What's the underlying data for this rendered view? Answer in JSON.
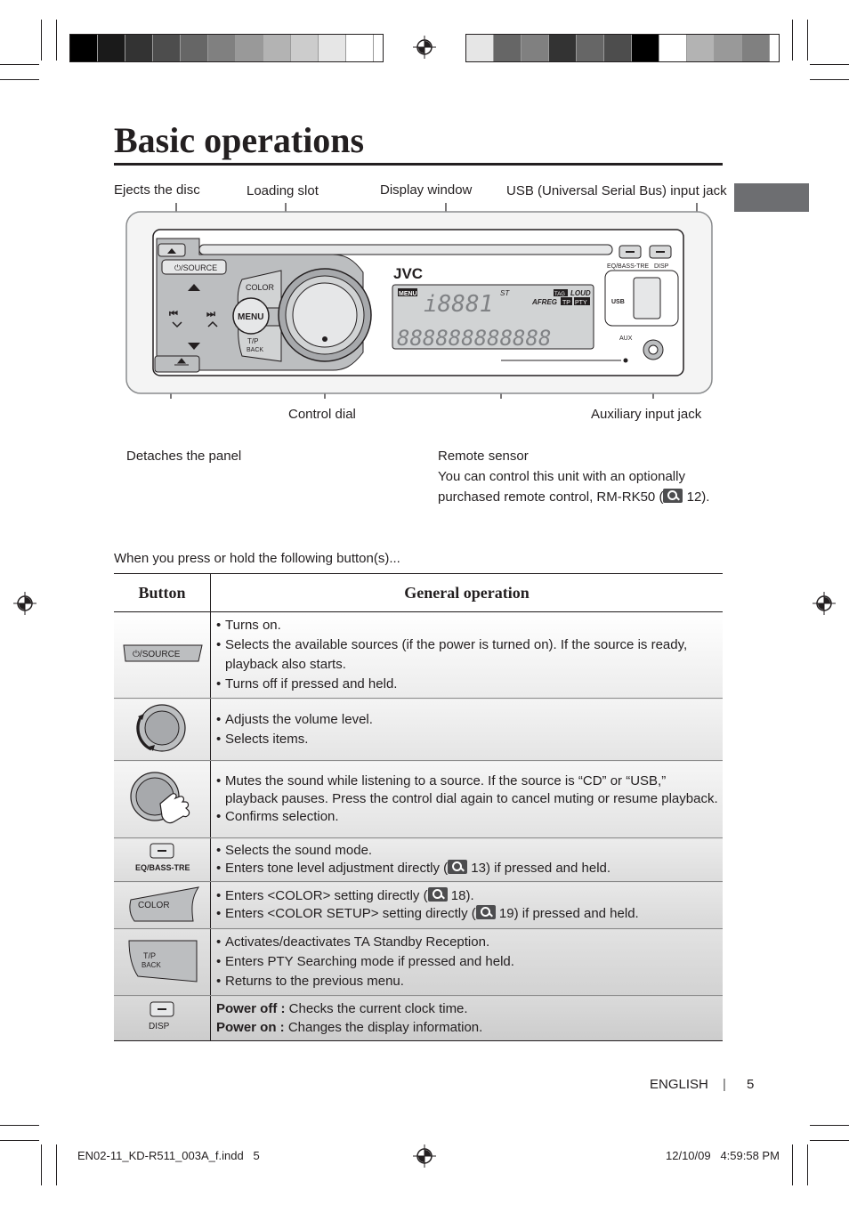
{
  "page": {
    "title": "Basic operations",
    "intro": "When you press or hold the following button(s)...",
    "footer_lang": "ENGLISH",
    "footer_sep": "|",
    "footer_page": "5",
    "slug_file": "EN02-11_KD-R511_003A_f.indd   5",
    "slug_date": "12/10/09   4:59:58 PM"
  },
  "callouts": {
    "eject": "Ejects the disc",
    "slot": "Loading slot",
    "display": "Display window",
    "usb": "USB (Universal Serial Bus) input jack",
    "dial": "Control dial",
    "aux": "Auxiliary input jack",
    "detach": "Detaches the panel",
    "sensor_title": "Remote sensor",
    "sensor_line1": "You can control this unit with an optionally",
    "sensor_line2_a": "purchased remote control, RM-RK50 (",
    "sensor_line2_b": " 12)."
  },
  "device": {
    "brand": "JVC",
    "source_label": "⏻/SOURCE",
    "color_label": "COLOR",
    "menu_label": "MENU",
    "tp_label": "T/P",
    "back_label": "BACK",
    "eq_label": "EQ/BASS-TRE",
    "disp_label": "DISP",
    "usb_label": "USB",
    "aux_label": "AUX",
    "display_st": "ST",
    "display_tag": "TAG",
    "display_loud": "LOUD",
    "display_afreg": "AFREG",
    "display_tp": "TP",
    "display_pty": "PTY",
    "display_menu": "MENU"
  },
  "table": {
    "col_button": "Button",
    "col_operation": "General operation",
    "rows": [
      {
        "icon": "source-button",
        "icon_label": "⏻/SOURCE",
        "lines": [
          "Turns on.",
          "Selects the available sources (if the power is turned on). If the source is ready, playback also starts.",
          "Turns off if pressed and held."
        ]
      },
      {
        "icon": "control-dial-turn",
        "lines": [
          "Adjusts the volume level.",
          "Selects items."
        ]
      },
      {
        "icon": "control-dial-press",
        "lines": [
          "Mutes the sound while listening to a source. If the source is “CD” or “USB,” playback pauses. Press the control dial again to cancel muting or resume playback.",
          "Confirms selection."
        ]
      },
      {
        "icon": "eq-button",
        "icon_label": "EQ/BASS-TRE",
        "line1": "Selects the sound mode.",
        "line2_a": "Enters tone level adjustment directly (",
        "line2_b": " 13) if pressed and held."
      },
      {
        "icon": "color-button",
        "icon_label": "COLOR",
        "line1_a": "Enters <COLOR> setting directly (",
        "line1_b": " 18).",
        "line2_a": "Enters <COLOR SETUP> setting directly (",
        "line2_b": " 19) if pressed and held."
      },
      {
        "icon": "tp-back-button",
        "icon_label_1": "T/P",
        "icon_label_2": "BACK",
        "lines": [
          "Activates/deactivates TA Standby Reception.",
          "Enters PTY Searching mode if pressed and held.",
          "Returns to the previous menu."
        ]
      },
      {
        "icon": "disp-button",
        "icon_label": "DISP",
        "power_off_label": "Power off :",
        "power_off_text": " Checks the current clock time.",
        "power_on_label": "Power on :",
        "power_on_text": " Changes the display information."
      }
    ]
  },
  "colors": {
    "ink": "#231f20",
    "panel_gray": "#bcbec0",
    "tab_gray": "#6d6e71"
  },
  "color_bar_left": [
    "#000000",
    "#1a1a1a",
    "#333333",
    "#4d4d4d",
    "#666666",
    "#808080",
    "#999999",
    "#b3b3b3",
    "#cccccc",
    "#e6e6e6",
    "#ffffff"
  ],
  "color_bar_right": [
    "#e6e6e6",
    "#666666",
    "#808080",
    "#333333",
    "#666666",
    "#4d4d4d",
    "#000000",
    "#ffffff",
    "#b3b3b3",
    "#999999",
    "#808080"
  ]
}
